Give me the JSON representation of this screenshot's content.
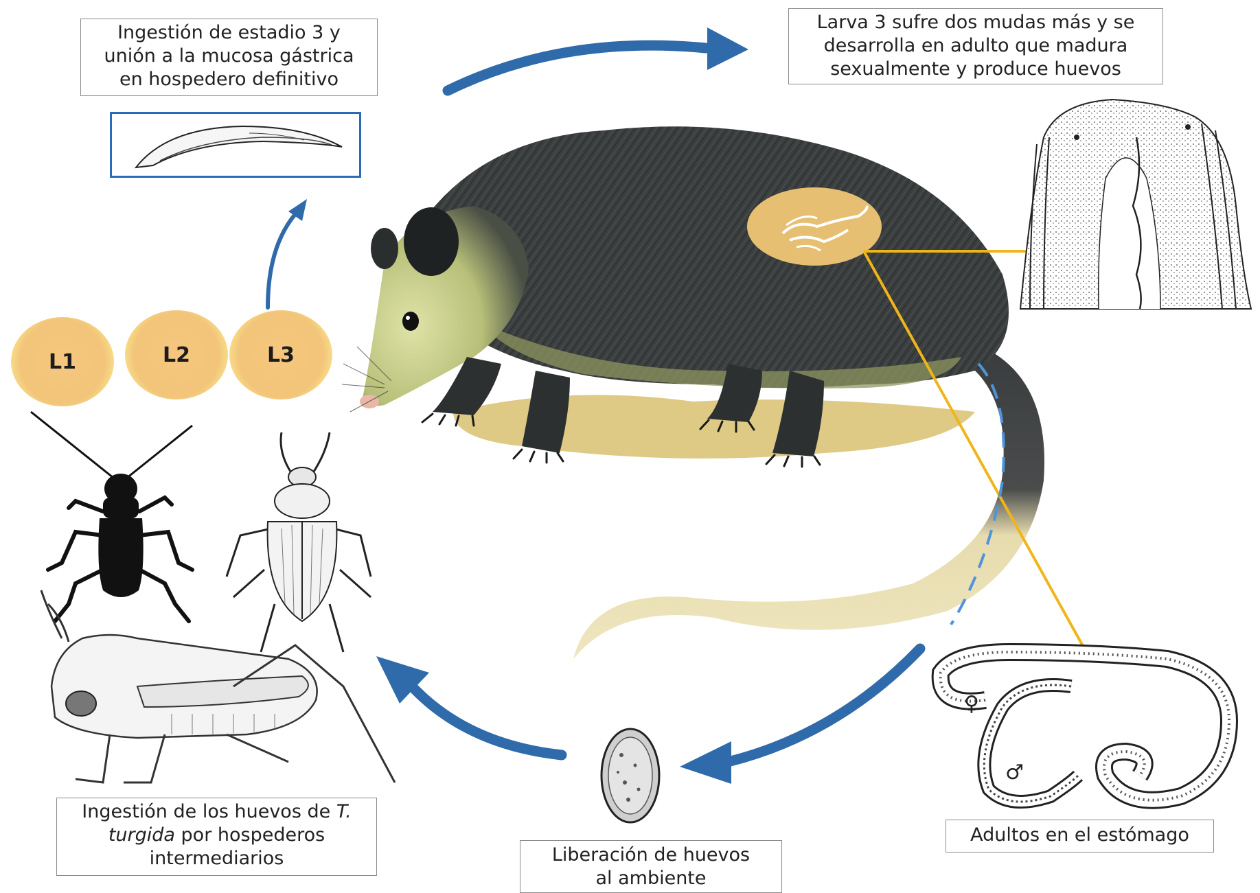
{
  "boxes": {
    "ingestion_stage3": [
      "Ingestión de estadio 3 y",
      "unión a la mucosa gástrica",
      "en hospedero definitivo"
    ],
    "larva3_molts": [
      "Larva 3 sufre dos mudas más y se",
      "desarrolla en adulto que madura",
      "sexualmente  y produce huevos"
    ],
    "egg_ingestion": {
      "line1_prefix": "Ingestión de los huevos de ",
      "line1_italic": "T.",
      "line2_italic": "turgida",
      "line2_rest": " por hospederos",
      "line3": "intermediarios"
    },
    "egg_release": [
      "Liberación de huevos",
      "al ambiente"
    ],
    "adults_stomach": "Adultos en el estómago"
  },
  "larvae": [
    "L1",
    "L2",
    "L3"
  ],
  "symbols": {
    "female": "♀",
    "male": "♂"
  },
  "colors": {
    "arrow_blue": "#2f6aab",
    "connector_gold": "#f0b51a",
    "larva_fill": "#f2c57a",
    "dashed_blue": "#4f94d8"
  }
}
